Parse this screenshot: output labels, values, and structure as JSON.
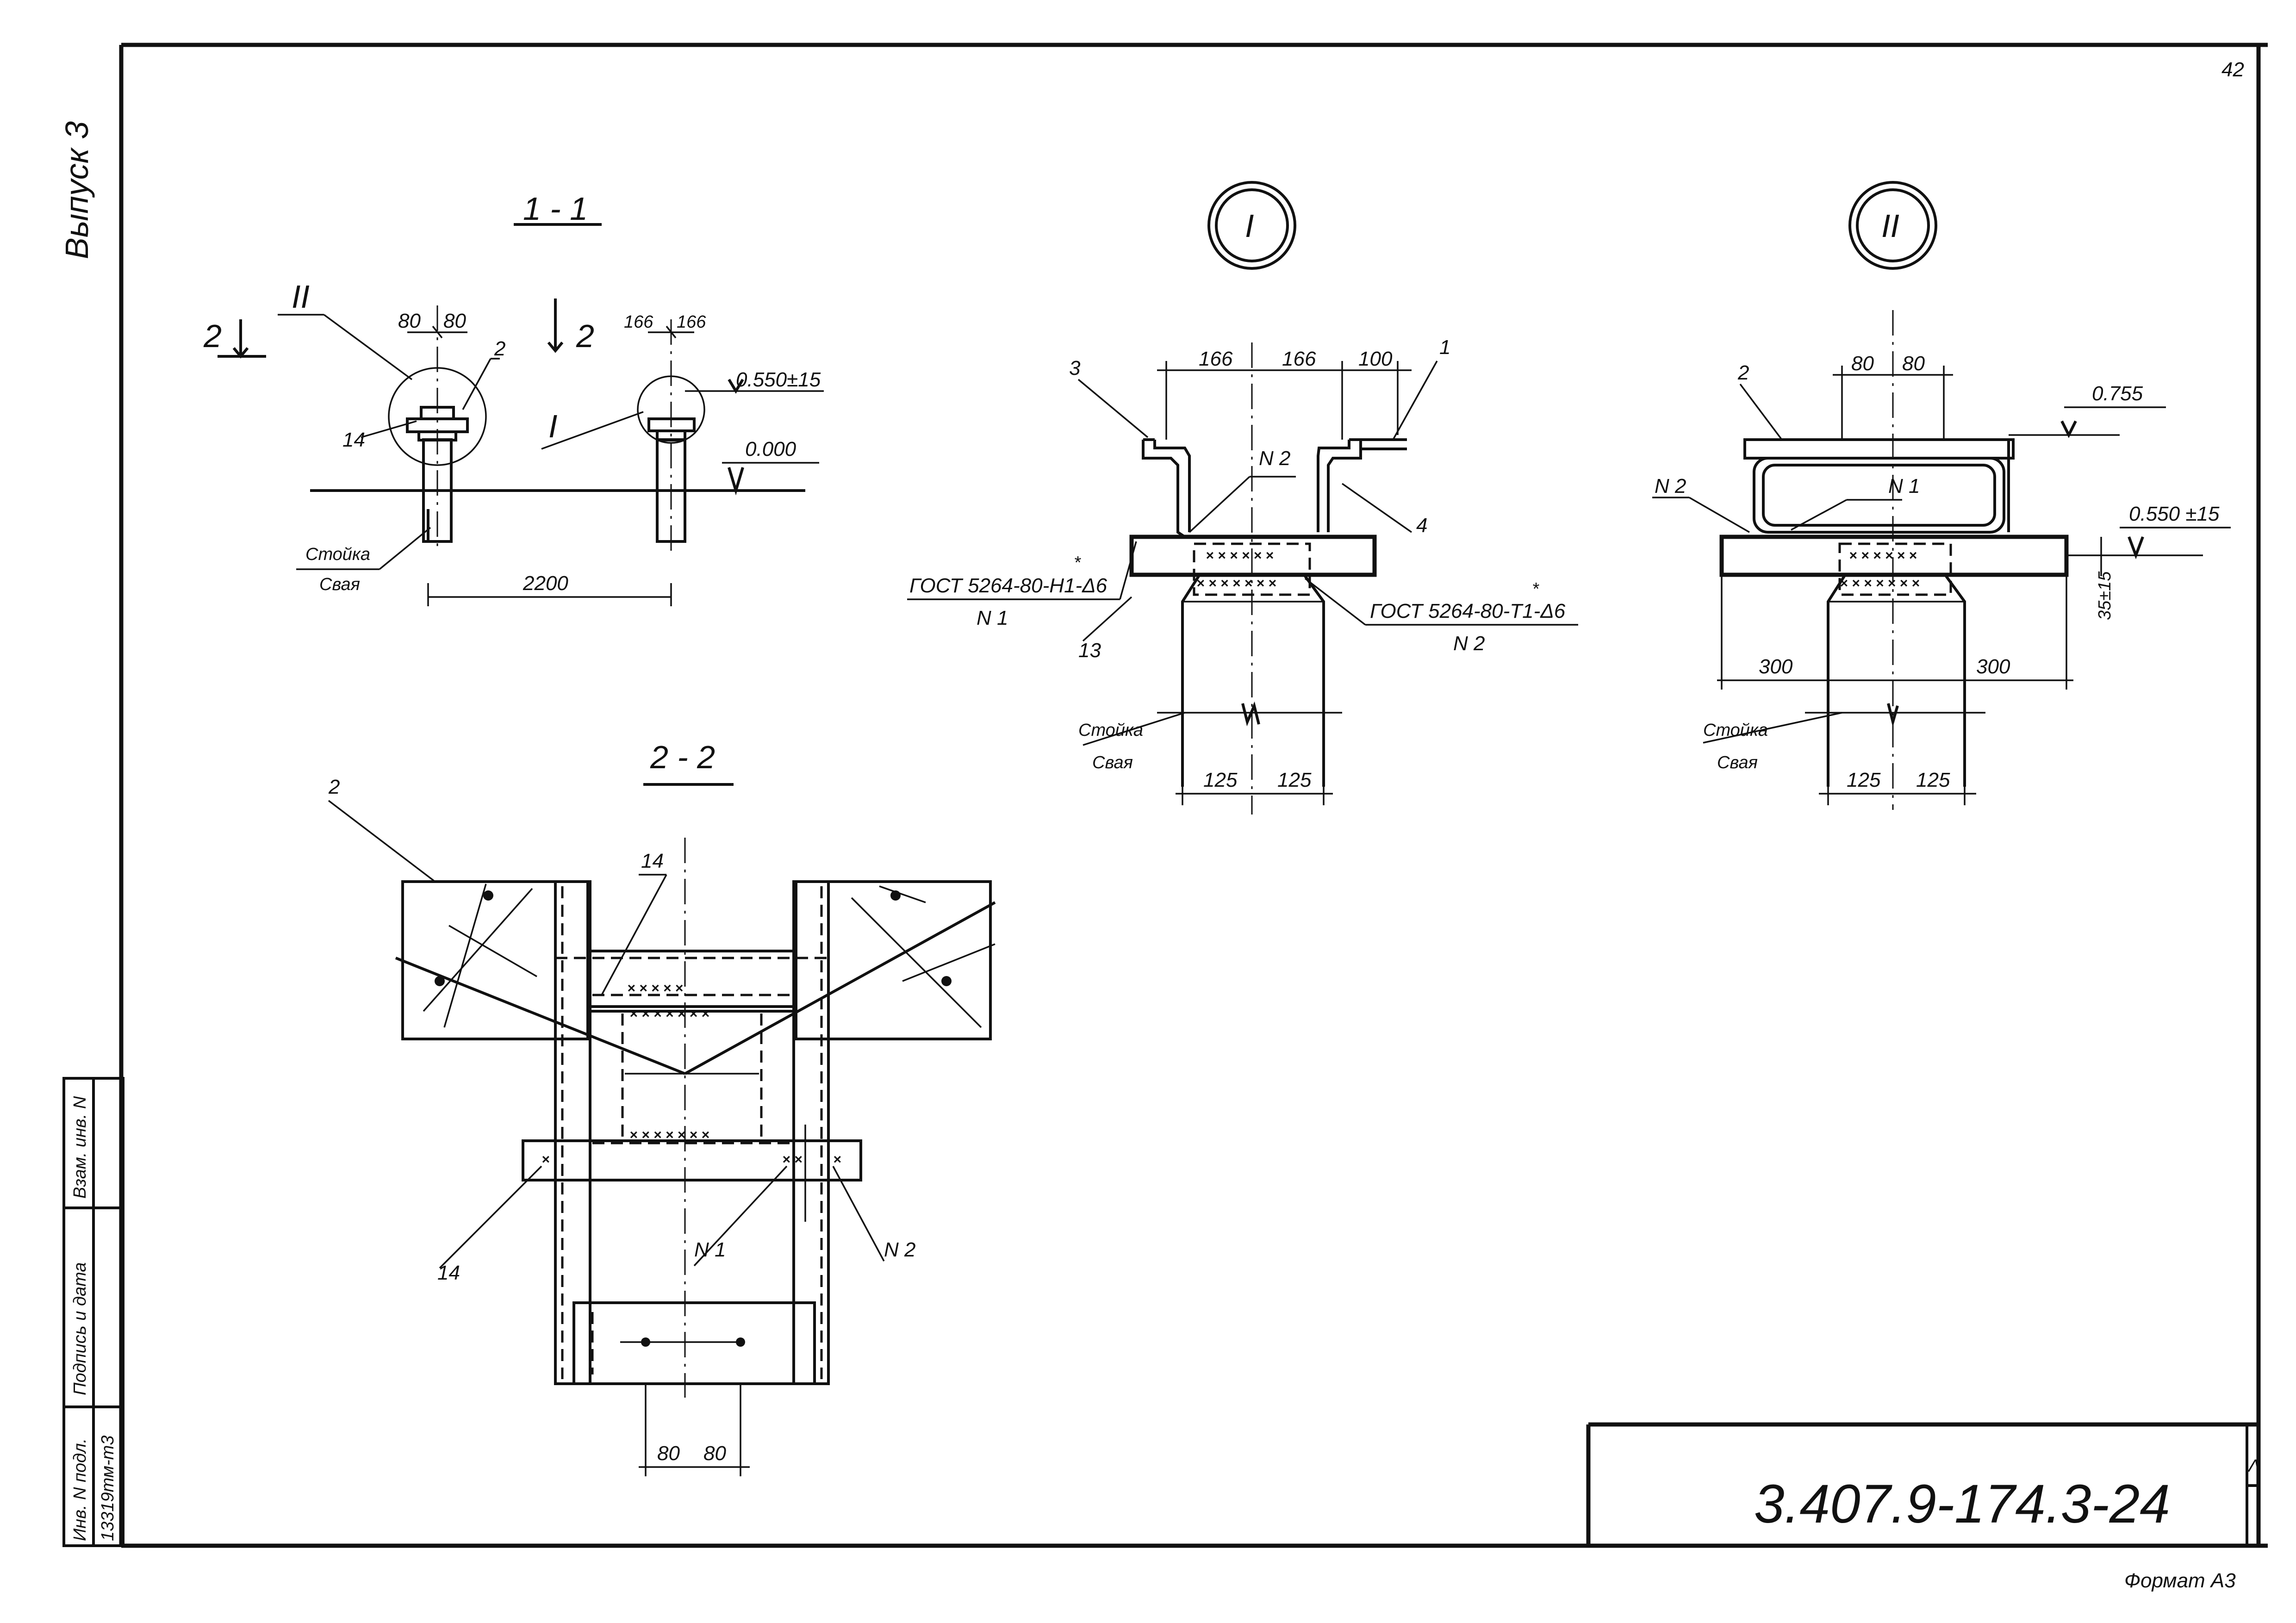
{
  "sheet": {
    "page_number": "42",
    "issue_label": "Выпуск 3",
    "document_code": "3.407.9-174.3-24",
    "format_label": "Формат А3",
    "stamp_marks": "Λ",
    "side_stamp": {
      "inv_no_orig": "Инв. N подл.",
      "inv_no_value": "13319тм-т3",
      "sign_date": "Подпись и дата",
      "replaces_inv": "Взам. инв. N"
    }
  },
  "section_1_1": {
    "title": "1 - 1",
    "cut_mark_left": "2",
    "cut_mark_right": "2",
    "callout_II": "II",
    "callout_I": "I",
    "dim_80_left": "80",
    "dim_80_right": "80",
    "dim_166_left": "166",
    "dim_166_right": "166",
    "pos_2": "2",
    "pos_14": "14",
    "level_top": "0.550±15",
    "level_ground": "0.000",
    "label_post": "Стойка",
    "label_pile": "Свая",
    "dim_span": "2200"
  },
  "detail_I": {
    "marker": "I",
    "dim_166_a": "166",
    "dim_166_b": "166",
    "dim_100": "100",
    "pos_1": "1",
    "pos_3": "3",
    "pos_4": "4",
    "pos_13": "13",
    "weld_n2_top": "N 2",
    "gost_left": "ГОСТ 5264-80-Н1-Δ6",
    "gost_left_star": "*",
    "weld_n1": "N 1",
    "gost_right": "ГОСТ 5264-80-Т1-Δ6",
    "gost_right_star": "*",
    "weld_n2_bottom": "N 2",
    "label_post": "Стойка",
    "label_pile": "Свая",
    "dim_125_a": "125",
    "dim_125_b": "125"
  },
  "detail_II": {
    "marker": "II",
    "pos_2": "2",
    "dim_80_a": "80",
    "dim_80_b": "80",
    "level_top": "0.755",
    "weld_n2": "N 2",
    "weld_n1": "N 1",
    "level_mid": "0.550 ±15",
    "dim_35": "35±15",
    "dim_300_a": "300",
    "dim_300_b": "300",
    "label_post": "Стойка",
    "label_pile": "Свая",
    "dim_125_a": "125",
    "dim_125_b": "125"
  },
  "section_2_2": {
    "title": "2 - 2",
    "pos_2": "2",
    "pos_14_top": "14",
    "pos_14_bottom": "14",
    "weld_n1": "N 1",
    "weld_n2": "N 2",
    "dim_80_a": "80",
    "dim_80_b": "80"
  }
}
